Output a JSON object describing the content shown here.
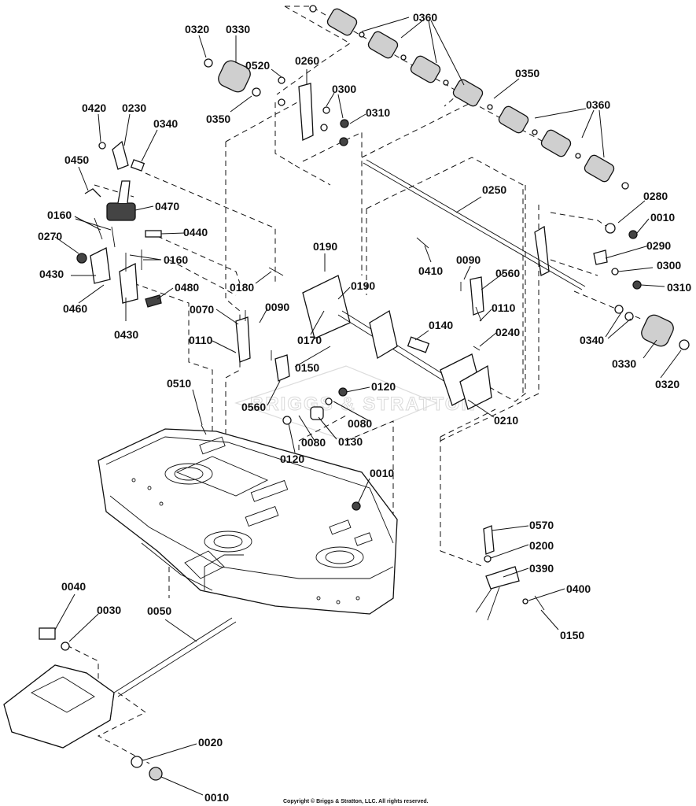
{
  "diagram": {
    "watermark": "BRIGGS & STRATTON",
    "copyright": "Copyright © Briggs & Stratton, LLC. All rights reserved.",
    "labels": [
      {
        "id": "l0360a",
        "text": "0360"
      },
      {
        "id": "l0320a",
        "text": "0320"
      },
      {
        "id": "l0330a",
        "text": "0330"
      },
      {
        "id": "l0520",
        "text": "0520"
      },
      {
        "id": "l0260",
        "text": "0260"
      },
      {
        "id": "l0350a",
        "text": "0350"
      },
      {
        "id": "l0300a",
        "text": "0300"
      },
      {
        "id": "l0310a",
        "text": "0310"
      },
      {
        "id": "l0350b",
        "text": "0350"
      },
      {
        "id": "l0360b",
        "text": "0360"
      },
      {
        "id": "l0420",
        "text": "0420"
      },
      {
        "id": "l0230",
        "text": "0230"
      },
      {
        "id": "l0340a",
        "text": "0340"
      },
      {
        "id": "l0450",
        "text": "0450"
      },
      {
        "id": "l0250",
        "text": "0250"
      },
      {
        "id": "l0280",
        "text": "0280"
      },
      {
        "id": "l0010a",
        "text": "0010"
      },
      {
        "id": "l0470",
        "text": "0470"
      },
      {
        "id": "l0160a",
        "text": "0160"
      },
      {
        "id": "l0440",
        "text": "0440"
      },
      {
        "id": "l0270",
        "text": "0270"
      },
      {
        "id": "l0160b",
        "text": "0160"
      },
      {
        "id": "l0430a",
        "text": "0430"
      },
      {
        "id": "l0460",
        "text": "0460"
      },
      {
        "id": "l0480",
        "text": "0480"
      },
      {
        "id": "l0430b",
        "text": "0430"
      },
      {
        "id": "l0190a",
        "text": "0190"
      },
      {
        "id": "l0410",
        "text": "0410"
      },
      {
        "id": "l0090a",
        "text": "0090"
      },
      {
        "id": "l0560a",
        "text": "0560"
      },
      {
        "id": "l0290",
        "text": "0290"
      },
      {
        "id": "l0300b",
        "text": "0300"
      },
      {
        "id": "l0310b",
        "text": "0310"
      },
      {
        "id": "l0180",
        "text": "0180"
      },
      {
        "id": "l0190b",
        "text": "0190"
      },
      {
        "id": "l0070",
        "text": "0070"
      },
      {
        "id": "l0090b",
        "text": "0090"
      },
      {
        "id": "l0110a",
        "text": "0110"
      },
      {
        "id": "l0170",
        "text": "0170"
      },
      {
        "id": "l0140",
        "text": "0140"
      },
      {
        "id": "l0240",
        "text": "0240"
      },
      {
        "id": "l0110b",
        "text": "0110"
      },
      {
        "id": "l0340b",
        "text": "0340"
      },
      {
        "id": "l0150a",
        "text": "0150"
      },
      {
        "id": "l0330b",
        "text": "0330"
      },
      {
        "id": "l0320b",
        "text": "0320"
      },
      {
        "id": "l0510",
        "text": "0510"
      },
      {
        "id": "l0120a",
        "text": "0120"
      },
      {
        "id": "l0560b",
        "text": "0560"
      },
      {
        "id": "l0080a",
        "text": "0080"
      },
      {
        "id": "l0210",
        "text": "0210"
      },
      {
        "id": "l0130",
        "text": "0130"
      },
      {
        "id": "l0080b",
        "text": "0080"
      },
      {
        "id": "l0120b",
        "text": "0120"
      },
      {
        "id": "l0010b",
        "text": "0010"
      },
      {
        "id": "l0570",
        "text": "0570"
      },
      {
        "id": "l0200",
        "text": "0200"
      },
      {
        "id": "l0390",
        "text": "0390"
      },
      {
        "id": "l0400",
        "text": "0400"
      },
      {
        "id": "l0150b",
        "text": "0150"
      },
      {
        "id": "l0040",
        "text": "0040"
      },
      {
        "id": "l0030",
        "text": "0030"
      },
      {
        "id": "l0050",
        "text": "0050"
      },
      {
        "id": "l0020",
        "text": "0020"
      },
      {
        "id": "l0010c",
        "text": "0010"
      }
    ]
  }
}
